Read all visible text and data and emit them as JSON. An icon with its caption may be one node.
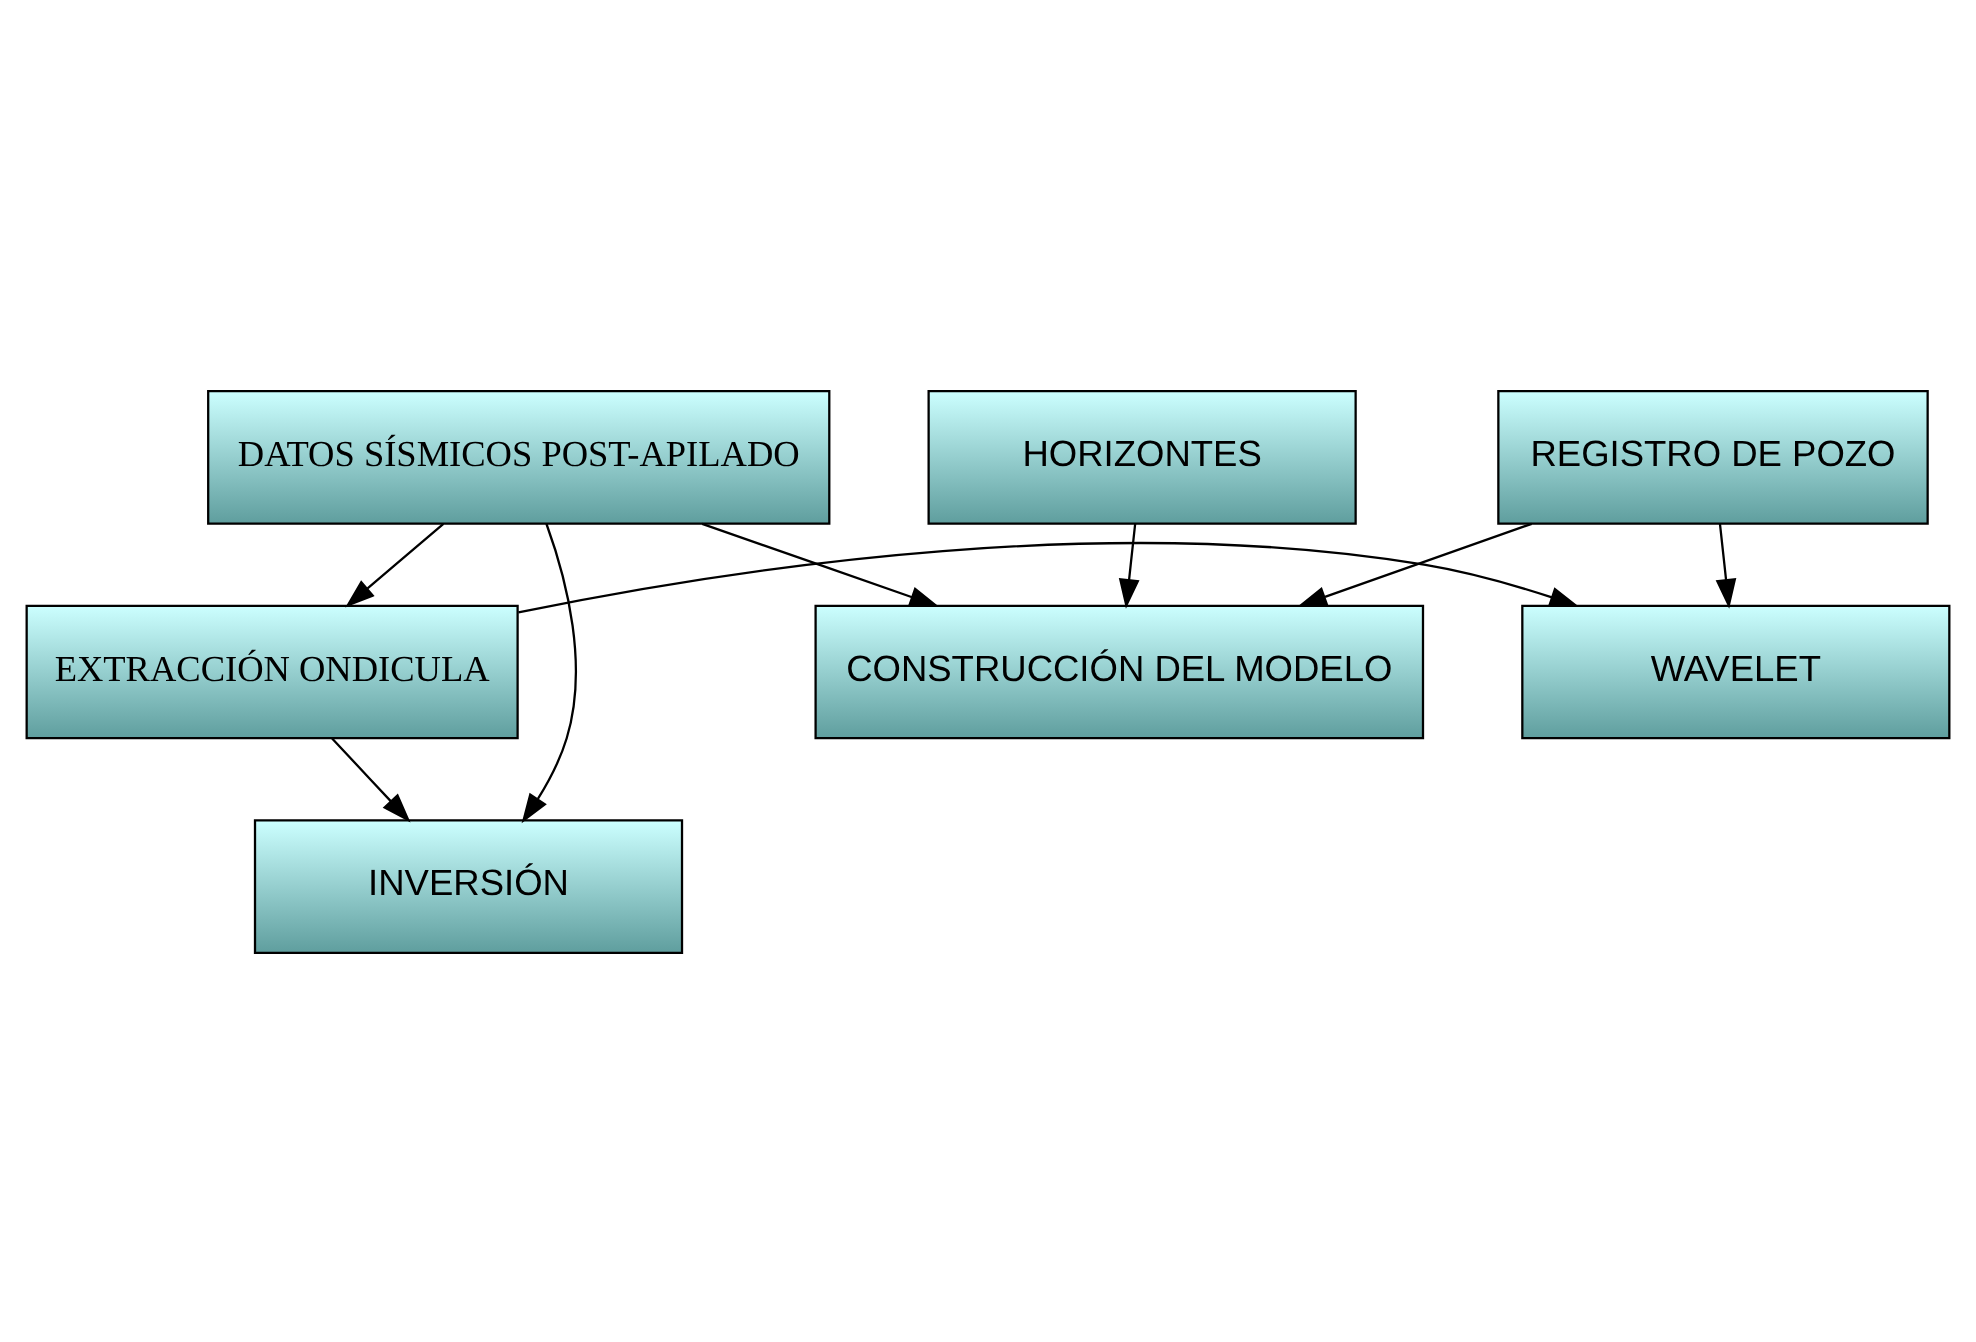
{
  "diagram": {
    "nodes": [
      {
        "text": [
          "REGISTRO DE POZO"
        ]
      },
      {
        "text": [
          "DATOS SÍSMICOS POST-APILADO"
        ]
      },
      {
        "text": [
          "WAVELET"
        ]
      },
      {
        "text": [
          "EXTRACCIÓN ONDICULA"
        ]
      },
      {
        "text": [
          "HORIZONTES"
        ]
      },
      {
        "text": [
          "CONSTRUCCIÓN DEL MODELO"
        ]
      },
      {
        "text": [
          "INVERSIÓN"
        ]
      }
    ],
    "edges": [
      {
        "from": 0,
        "to": 2,
        "arrow": "to"
      },
      {
        "from": 1,
        "to": 3,
        "arrow": "to"
      },
      {
        "from": 3,
        "to": 2,
        "arrow": "to"
      },
      {
        "from": 0,
        "to": 5,
        "arrow": "to"
      },
      {
        "from": 4,
        "to": 5,
        "arrow": "to"
      },
      {
        "from": 1,
        "to": 5,
        "arrow": "to"
      },
      {
        "from": 3,
        "to": 6,
        "arrow": "to"
      },
      {
        "from": 1,
        "to": 6,
        "arrow": "to"
      }
    ]
  }
}
